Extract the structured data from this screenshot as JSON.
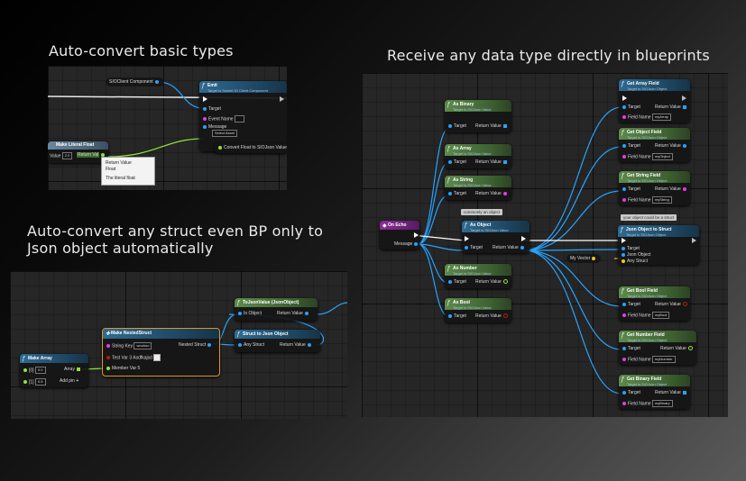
{
  "headings": {
    "basic": "Auto-convert basic types",
    "receive": "Receive any data type directly in blueprints",
    "struct_line1": "Auto-convert any struct even BP only to",
    "struct_line2": "Json object automatically"
  },
  "colors": {
    "object_pin": "#27a3ff",
    "float_pin": "#8fe33a",
    "string_pin": "#e63ce6",
    "struct_pin": "#f5c518",
    "exec_pin": "#ffffff"
  },
  "panel1": {
    "siocomponent": "SIOClient Component",
    "emit": {
      "title": "Emit",
      "subtitle": "Target is Socket IO Client Component",
      "target": "Target",
      "event_name": "Event Name",
      "message": "Message",
      "message_sub": "Select Asset"
    },
    "make_literal": {
      "title": "Make Literal Float",
      "value_label": "Value",
      "value": "2.0",
      "return": "Return Val"
    },
    "tooltip": {
      "line1": "Return Value",
      "line2": "Float",
      "line3": "The literal float"
    },
    "convert": "Convert Float to SIOJson Value"
  },
  "panel2": {
    "make_array": {
      "title": "Make Array",
      "item0_label": "[0]",
      "item0_value": "0.0",
      "item1_label": "[1]",
      "item1_value": "0.5",
      "array": "Array",
      "add_pin": "Add pin"
    },
    "nested": {
      "title": "Make NestedStruct",
      "string_key": "String Key",
      "string_value": "woohoo",
      "test_var": "Test Var 3 Asdfkajsd",
      "member": "Member Var 5",
      "nested_out": "Nested Struct"
    },
    "tojson": {
      "title": "ToJsonValue (JsonObject)",
      "in": "In Object",
      "return": "Return Value"
    },
    "struct_to_json": {
      "title": "Struct to Json Object",
      "in": "Any Struct",
      "return": "Return Value"
    }
  },
  "panel3": {
    "on_echo": {
      "title": "On Echo",
      "message": "Message"
    },
    "as_nodes": [
      {
        "title": "As Binary",
        "subtitle": "Target is SIOJson Value",
        "target": "Target",
        "return": "Return Value"
      },
      {
        "title": "As Array",
        "subtitle": "Target is SIOJson Value",
        "target": "Target",
        "return": "Return Value"
      },
      {
        "title": "As String",
        "subtitle": "Target is SIOJson Value",
        "target": "Target",
        "return": "Return Value"
      },
      {
        "title": "As Object",
        "subtitle": "Target is SIOJson Value",
        "target": "Target",
        "return": "Return Value"
      },
      {
        "title": "As Number",
        "subtitle": "Target is SIOJson Value",
        "target": "Target",
        "return": "Return Value"
      },
      {
        "title": "As Bool",
        "subtitle": "Target is SIOJson Value",
        "target": "Target",
        "return": "Return Value"
      }
    ],
    "comment_object": "commonly an object",
    "comment_struct": "your object could be a struct",
    "get_fields": [
      {
        "title": "Get Array Field",
        "subtitle": "Target is SIOJson Object",
        "target": "Target",
        "field_name": "Field Name",
        "field_value": "myArray",
        "return": "Return Value"
      },
      {
        "title": "Get Object Field",
        "subtitle": "Target is SIOJson Object",
        "target": "Target",
        "field_name": "Field Name",
        "field_value": "myObject",
        "return": "Return Value"
      },
      {
        "title": "Get String Field",
        "subtitle": "Target is SIOJson Object",
        "target": "Target",
        "field_name": "Field Name",
        "field_value": "myString",
        "return": "Return Value"
      },
      {
        "title": "Get Bool Field",
        "subtitle": "Target is SIOJson Object",
        "target": "Target",
        "field_name": "Field Name",
        "field_value": "myBool",
        "return": "Return Value"
      },
      {
        "title": "Get Number Field",
        "subtitle": "Target is SIOJson Object",
        "target": "Target",
        "field_name": "Field Name",
        "field_value": "myNumber",
        "return": "Return Value"
      },
      {
        "title": "Get Binary Field",
        "subtitle": "Target is SIOJson Object",
        "target": "Target",
        "field_name": "Field Name",
        "field_value": "myBinary",
        "return": "Return Value"
      }
    ],
    "json_to_struct": {
      "title": "Json Object to Struct",
      "subtitle": "Target is SIOJson Object",
      "target": "Target",
      "json_object": "Json Object",
      "any_struct": "Any Struct"
    },
    "my_vector": "My Vector"
  }
}
